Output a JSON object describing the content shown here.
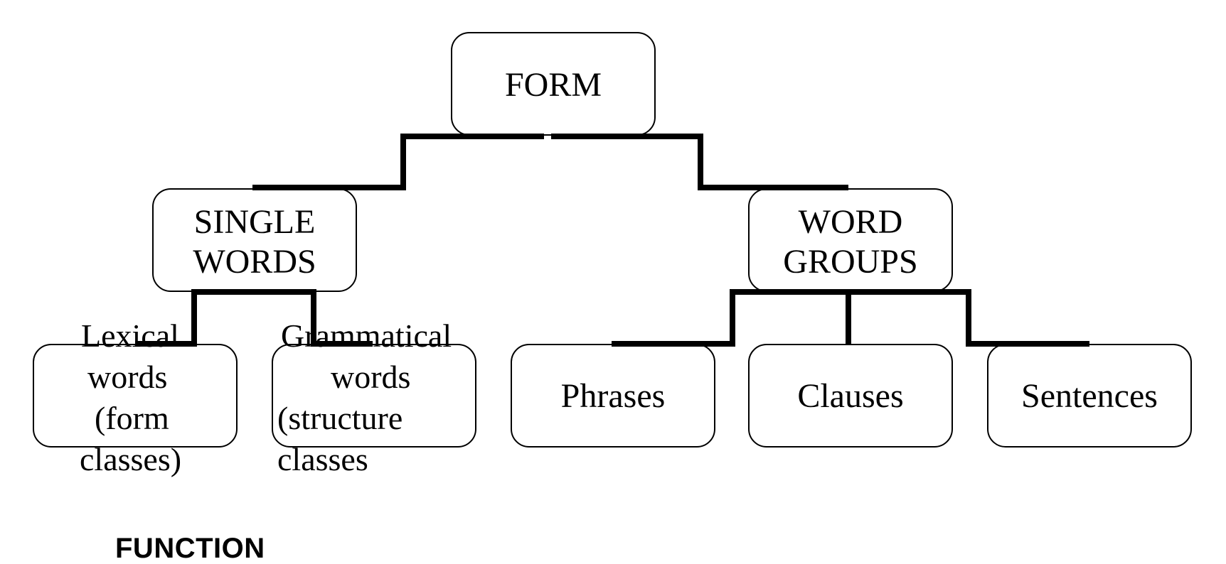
{
  "diagram": {
    "root": {
      "label": "FORM"
    },
    "level2": [
      {
        "label_lines": [
          "SINGLE",
          "WORDS"
        ]
      },
      {
        "label_lines": [
          "WORD",
          "GROUPS"
        ]
      }
    ],
    "level3": [
      {
        "label_lines": [
          "Lexical",
          "words",
          "(form",
          "classes)"
        ]
      },
      {
        "label_lines": [
          "Grammatical",
          "words",
          "(structure",
          "classes"
        ]
      },
      {
        "label": "Phrases"
      },
      {
        "label": "Clauses"
      },
      {
        "label": "Sentences"
      }
    ],
    "bottom_heading": "FUNCTION"
  }
}
